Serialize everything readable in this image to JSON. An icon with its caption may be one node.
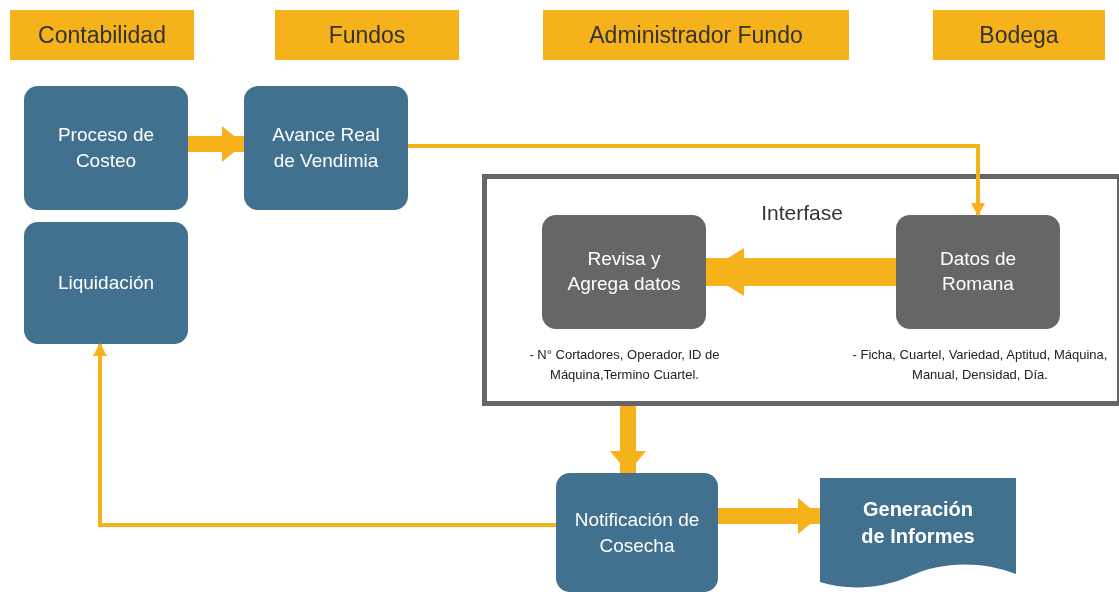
{
  "diagram": {
    "nodes": [
      {
        "text": [
          "Contabilidad"
        ]
      },
      {
        "text": [
          "Fundos"
        ]
      },
      {
        "text": [
          "Administrador Fundo"
        ]
      },
      {
        "text": [
          "Bodega"
        ]
      },
      {
        "text": [
          "Proceso de Costeo"
        ]
      },
      {
        "text": [
          "Avance Real de Vendimia"
        ]
      },
      {
        "text": [
          "Liquidación"
        ]
      },
      {
        "text": [
          "Interfase"
        ]
      },
      {
        "text": [
          "Revisa y Agrega datos"
        ],
        "in": 7,
        "beside": [
          "- N° Cortadores, Operador, ID de Máquina,Termino Cuartel."
        ]
      },
      {
        "text": [
          "Datos de Romana"
        ],
        "in": 7,
        "beside": [
          "- Ficha, Cuartel, Variedad, Aptitud, Máquina, Manual, Densidad, Día."
        ]
      },
      {
        "text": [
          "Notificación de Cosecha"
        ]
      },
      {
        "text": [
          "Generación de Informes"
        ]
      }
    ],
    "edges": [
      {
        "from": 4,
        "to": 5,
        "arrow": "to"
      },
      {
        "from": 5,
        "to": 9,
        "arrow": "to"
      },
      {
        "from": 9,
        "to": 8,
        "arrow": "to"
      },
      {
        "from": 7,
        "to": 10,
        "arrow": "to"
      },
      {
        "from": 10,
        "to": 6,
        "arrow": "to"
      },
      {
        "from": 10,
        "to": 11,
        "arrow": "to"
      }
    ]
  }
}
